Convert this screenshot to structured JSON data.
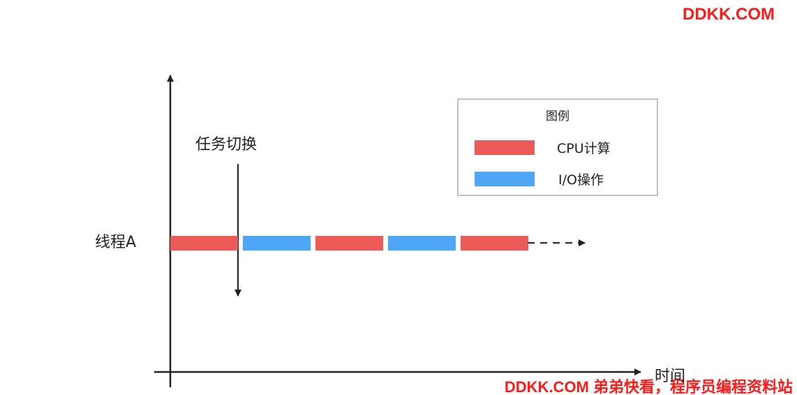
{
  "watermark_top": "DDKK.COM",
  "watermark_bottom": "DDKK.COM 弟弟快看，程序员编程资料站",
  "axis": {
    "x_label": "时间",
    "y_label": "线程A"
  },
  "annotation": {
    "task_switch": "任务切换"
  },
  "legend": {
    "title": "图例",
    "items": [
      {
        "label": "CPU计算",
        "color": "#ec5b57"
      },
      {
        "label": "I/O操作",
        "color": "#4da7f6"
      }
    ]
  },
  "timeline": {
    "segments": [
      "cpu",
      "io",
      "cpu",
      "io",
      "cpu"
    ],
    "continues": true
  },
  "colors": {
    "cpu": "#ec5b57",
    "io": "#4da7f6",
    "line": "#222222",
    "watermark": "#ff1a1a"
  }
}
